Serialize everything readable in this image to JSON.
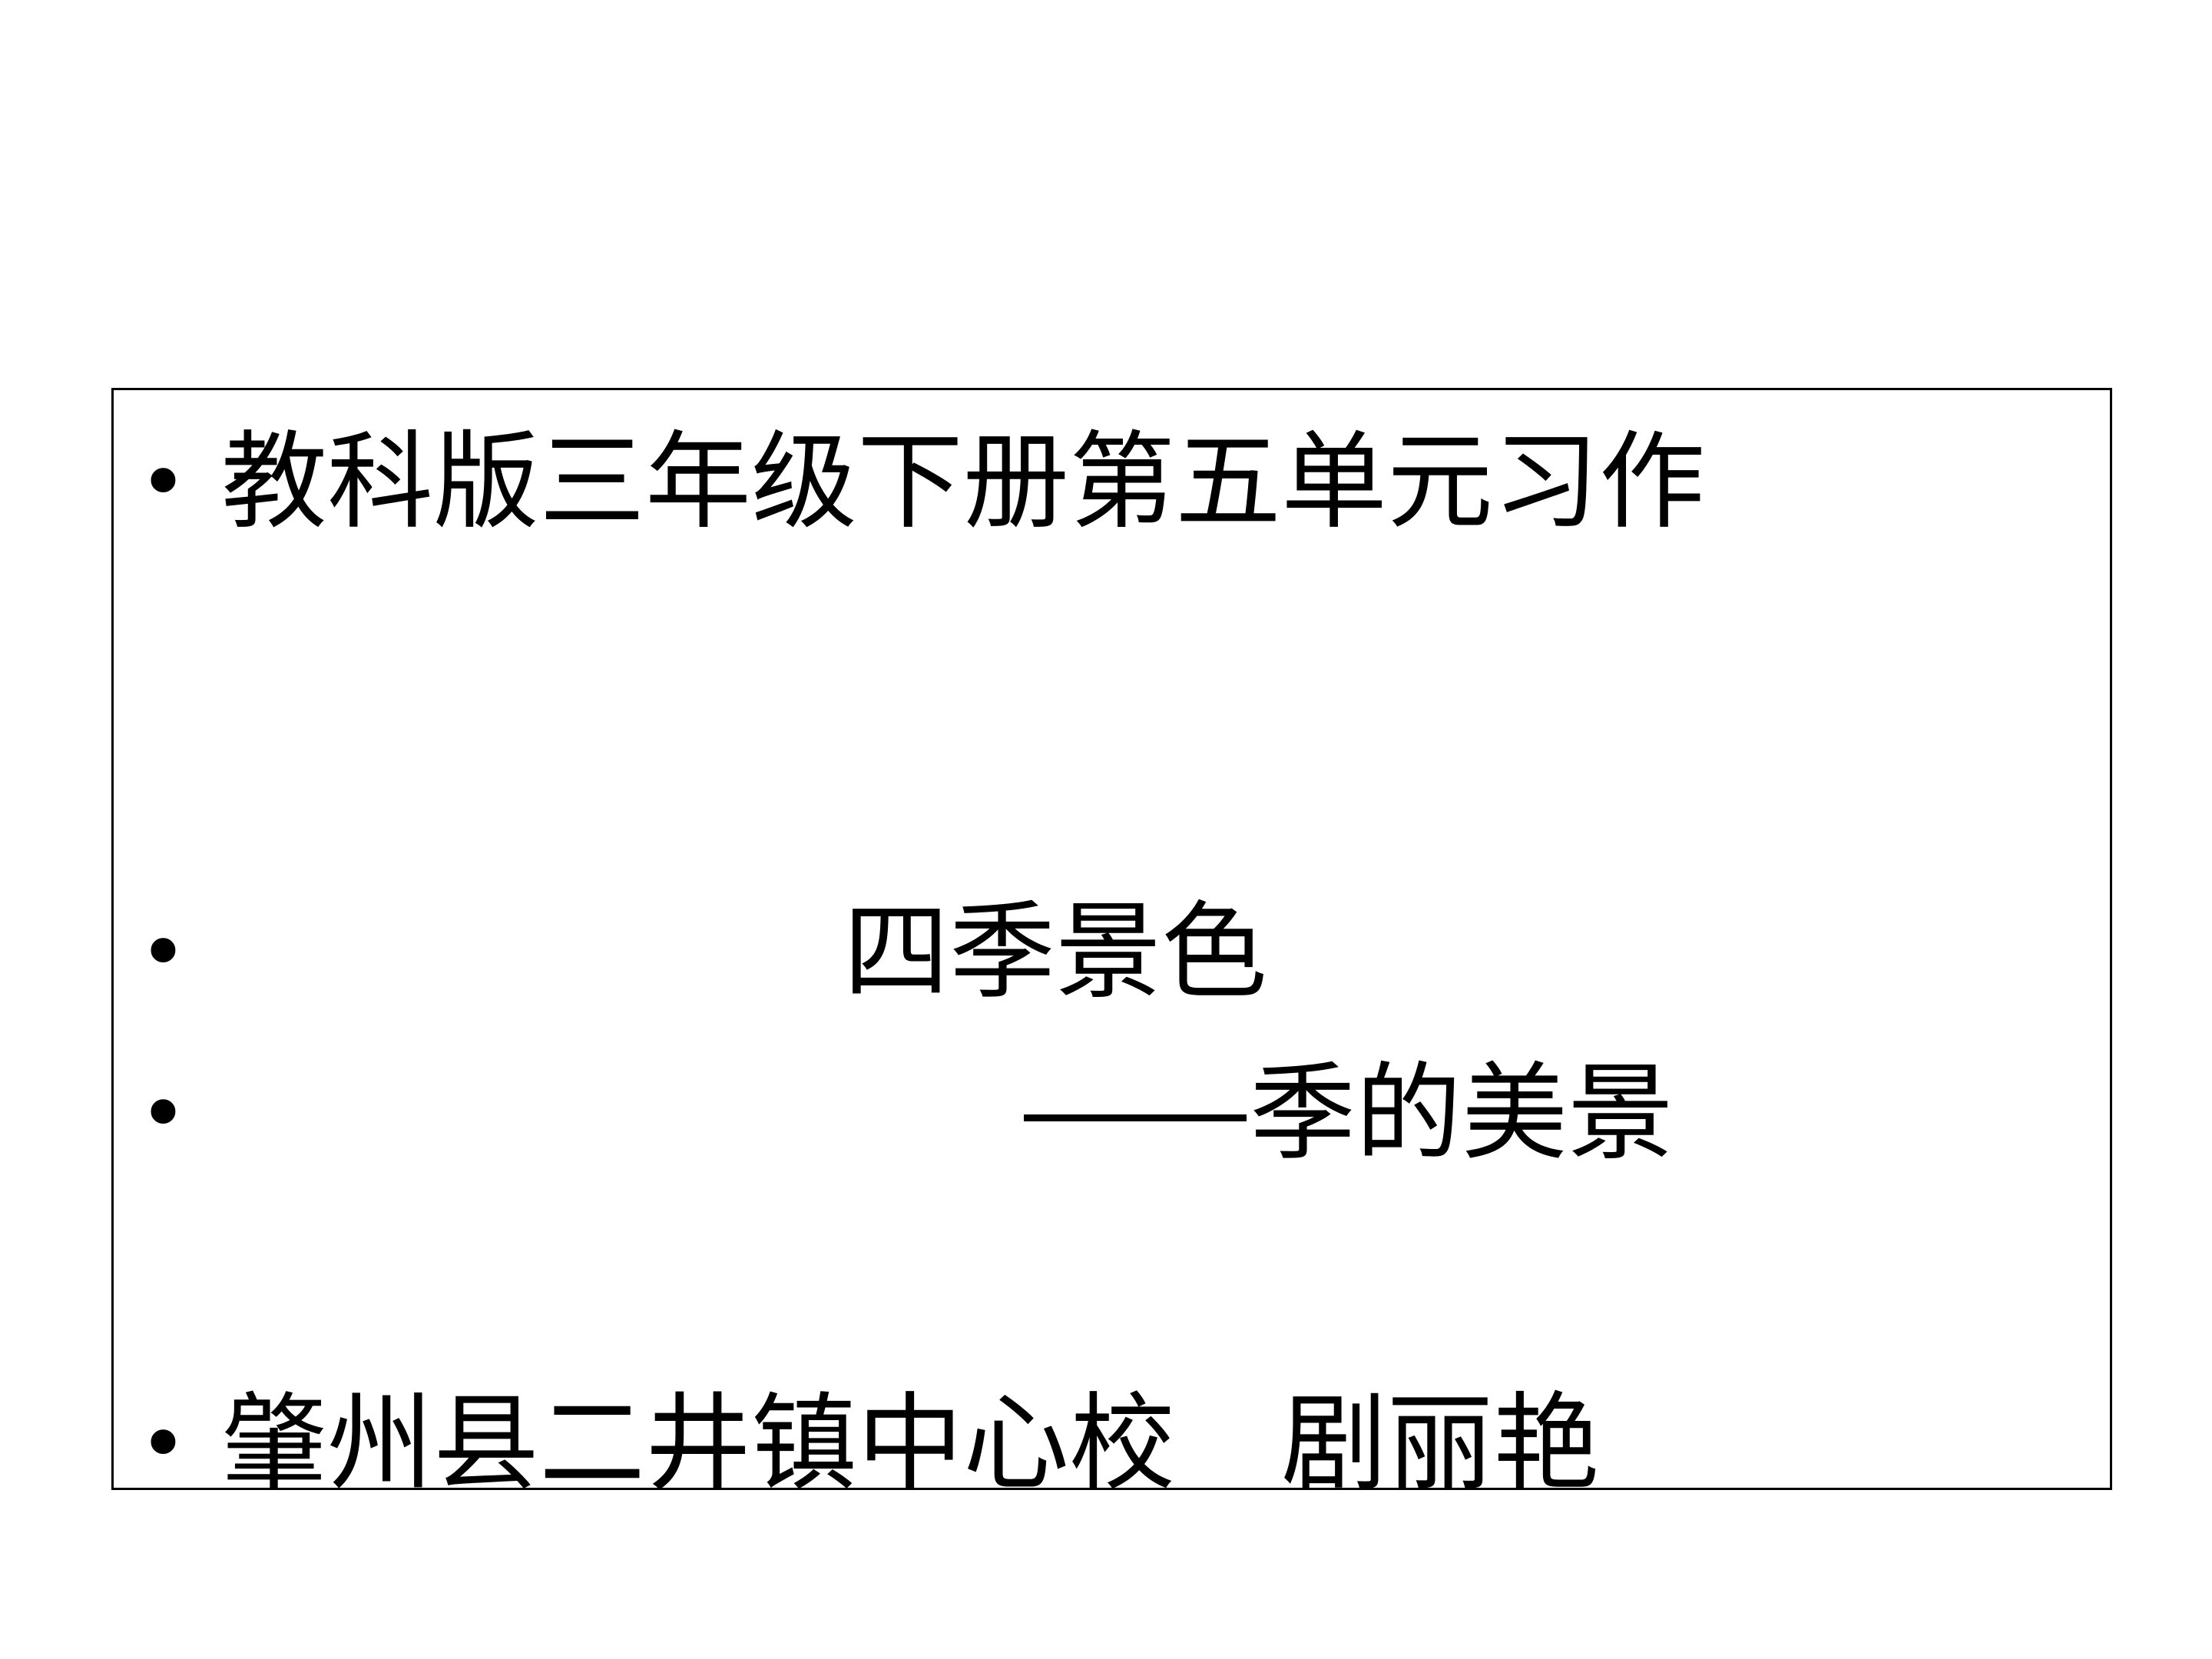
{
  "slide": {
    "line1": "教科版三年级下册第五单元习作",
    "title": "四季景色",
    "subtitle": "季的美景",
    "author_line": "肇州县二井镇中心校　剧丽艳",
    "bullet_symbol": "•"
  },
  "colors": {
    "background": "#ffffff",
    "text": "#000000",
    "border": "#000000"
  }
}
